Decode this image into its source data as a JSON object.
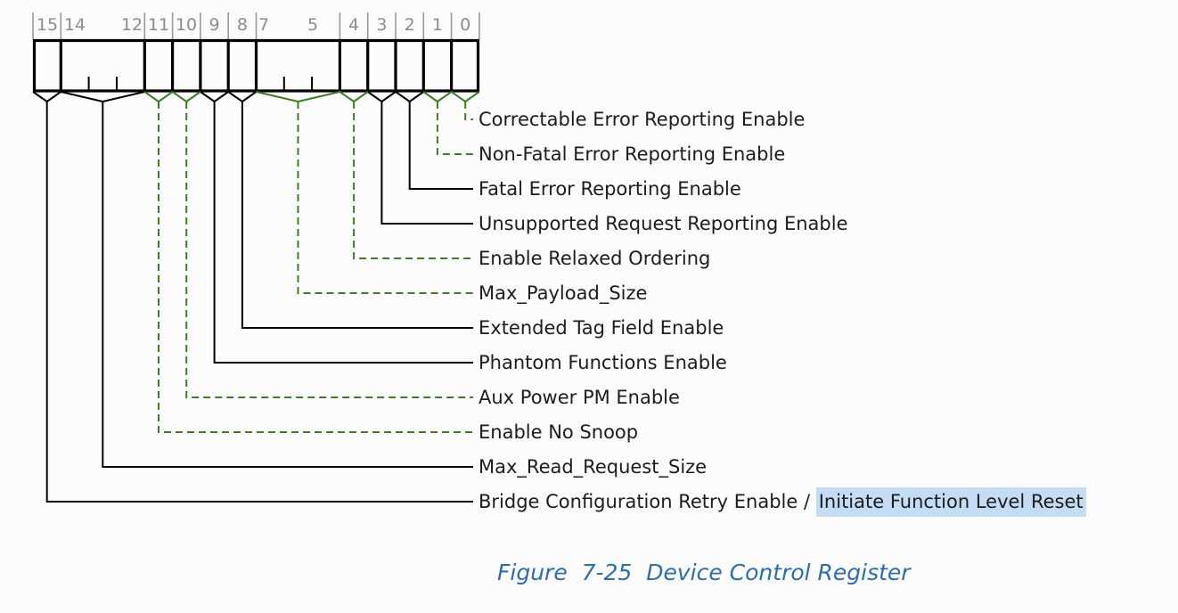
{
  "figure_caption": {
    "text": "Figure  7-25  Device Control Register"
  },
  "register": {
    "bit_numbers": [
      "15",
      "14",
      "12",
      "11",
      "10",
      "9",
      "8",
      "7",
      "5",
      "4",
      "3",
      "2",
      "1",
      "0"
    ]
  },
  "fields": [
    {
      "bits": "0",
      "label": "Correctable Error Reporting Enable",
      "line_style": "green-dashed"
    },
    {
      "bits": "1",
      "label": "Non-Fatal Error Reporting Enable",
      "line_style": "green-dashed"
    },
    {
      "bits": "2",
      "label": "Fatal Error Reporting Enable",
      "line_style": "black-solid"
    },
    {
      "bits": "3",
      "label": "Unsupported Request Reporting Enable",
      "line_style": "black-solid"
    },
    {
      "bits": "4",
      "label": "Enable Relaxed Ordering",
      "line_style": "green-dashed"
    },
    {
      "bits": "7:5",
      "label": "Max_Payload_Size",
      "line_style": "green-dashed"
    },
    {
      "bits": "8",
      "label": "Extended Tag Field Enable",
      "line_style": "black-solid"
    },
    {
      "bits": "9",
      "label": "Phantom Functions Enable",
      "line_style": "black-solid"
    },
    {
      "bits": "10",
      "label": "Aux Power PM Enable",
      "line_style": "green-dashed"
    },
    {
      "bits": "11",
      "label": "Enable No Snoop",
      "line_style": "green-dashed"
    },
    {
      "bits": "14:12",
      "label": "Max_Read_Request_Size",
      "line_style": "black-solid"
    },
    {
      "bits": "15",
      "label": "Bridge Configuration Retry Enable",
      "separator": " / ",
      "highlighted_label": "Initiate Function Level Reset",
      "line_style": "black-solid"
    }
  ],
  "colors": {
    "line_black": "#000000",
    "line_green": "#3c7e22",
    "bit_number_gray": "#8c8c8c",
    "tick_gray": "#9a9a9a",
    "label_text": "#1c1c1c",
    "highlight_blue": "#c5dcf5",
    "caption_blue": "#2b6cb5",
    "background": "#fcfcfc"
  }
}
